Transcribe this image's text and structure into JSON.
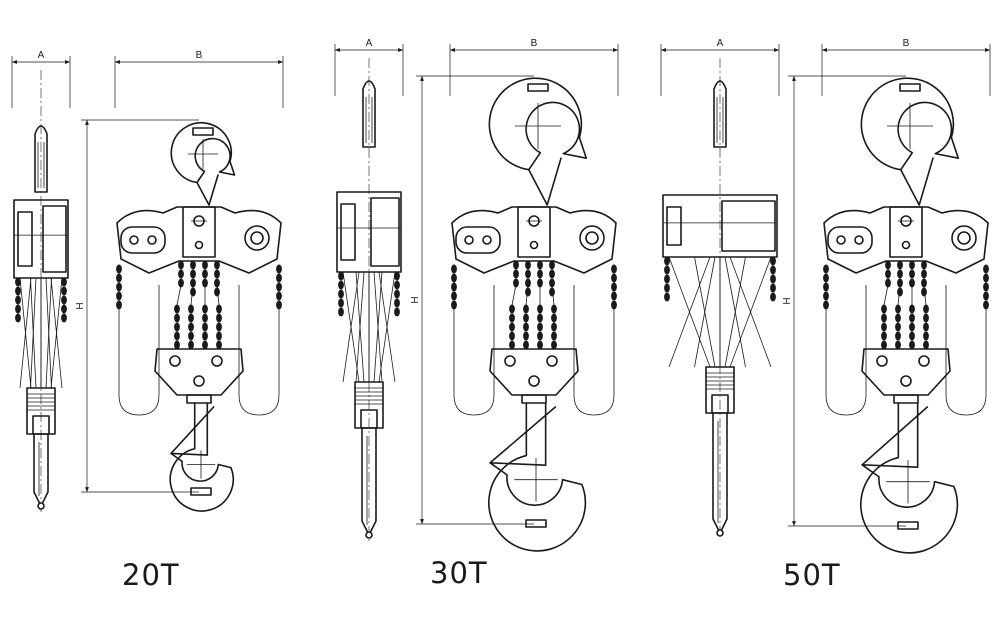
{
  "figure": {
    "hoists": [
      {
        "id": "20t",
        "capacity_label": "20T",
        "dim_a_label": "A",
        "dim_b_label": "B",
        "dim_h_label": "H"
      },
      {
        "id": "30t",
        "capacity_label": "30T",
        "dim_a_label": "A",
        "dim_b_label": "B",
        "dim_h_label": "H"
      },
      {
        "id": "50t",
        "capacity_label": "50T",
        "dim_a_label": "A",
        "dim_b_label": "B",
        "dim_h_label": "H"
      }
    ]
  },
  "colors": {
    "line": "#1a1a1a",
    "background": "#ffffff"
  }
}
